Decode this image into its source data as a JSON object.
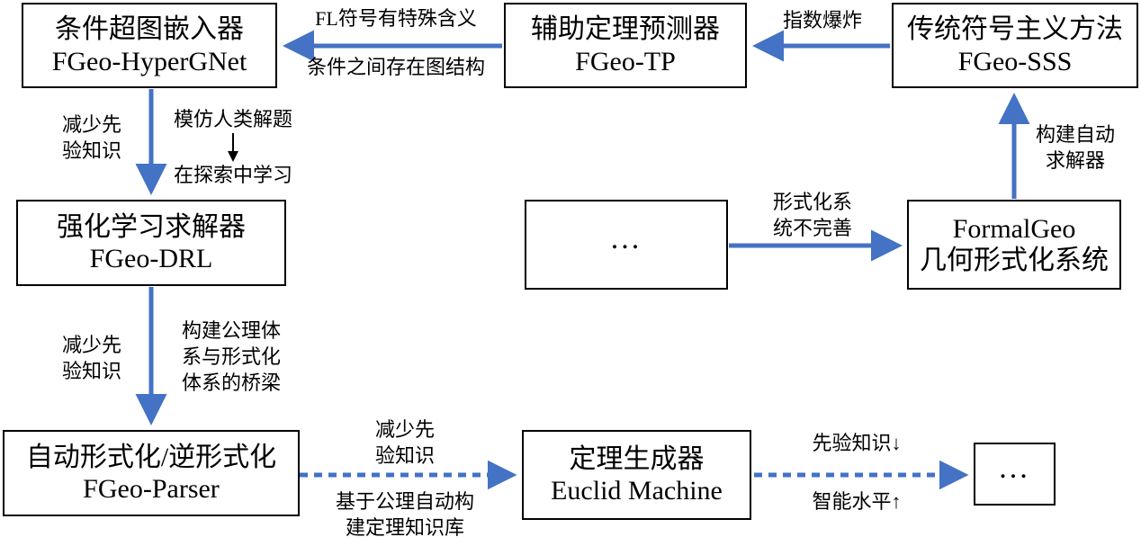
{
  "diagram": {
    "title": "FormalGeo research roadmap flow diagram",
    "colors": {
      "arrow_blue": "#4472C4",
      "box_border": "#000000",
      "background": "#FFFFFF",
      "text": "#000000"
    },
    "nodes": [
      {
        "id": "hypergnet",
        "line1": "条件超图嵌入器",
        "line2": "FGeo-HyperGNet"
      },
      {
        "id": "tp",
        "line1": "辅助定理预测器",
        "line2": "FGeo-TP"
      },
      {
        "id": "sss",
        "line1": "传统符号主义方法",
        "line2": "FGeo-SSS"
      },
      {
        "id": "drl",
        "line1": "强化学习求解器",
        "line2": "FGeo-DRL"
      },
      {
        "id": "ellipsis_mid",
        "line1": "...",
        "line2": ""
      },
      {
        "id": "formalgeo",
        "line1": "FormalGeo",
        "line2": "几何形式化系统"
      },
      {
        "id": "parser",
        "line1": "自动形式化/逆形式化",
        "line2": "FGeo-Parser"
      },
      {
        "id": "euclid",
        "line1": "定理生成器",
        "line2": "Euclid Machine"
      },
      {
        "id": "ellipsis_right",
        "line1": "...",
        "line2": ""
      }
    ],
    "edges": [
      {
        "id": "sss-to-tp",
        "from": "sss",
        "to": "tp",
        "style": "solid",
        "label_above": "指数爆炸",
        "label_below": ""
      },
      {
        "id": "tp-to-hypergnet",
        "from": "tp",
        "to": "hypergnet",
        "style": "solid",
        "label_above": "FL符号有特殊含义",
        "label_below": "条件之间存在图结构"
      },
      {
        "id": "hypergnet-to-drl",
        "from": "hypergnet",
        "to": "drl",
        "style": "solid",
        "label_left_1": "减少先",
        "label_left_2": "验知识",
        "label_right_1": "模仿人类解题",
        "label_right_mid": "↓",
        "label_right_2": "在探索中学习"
      },
      {
        "id": "drl-to-parser",
        "from": "drl",
        "to": "parser",
        "style": "solid",
        "label_left_1": "减少先",
        "label_left_2": "验知识",
        "label_right_1": "构建公理体",
        "label_right_2": "系与形式化",
        "label_right_3": "体系的桥梁"
      },
      {
        "id": "formalgeo-to-sss",
        "from": "formalgeo",
        "to": "sss",
        "style": "solid",
        "label_1": "构建自动",
        "label_2": "求解器"
      },
      {
        "id": "ellipsis-to-formalgeo",
        "from": "ellipsis_mid",
        "to": "formalgeo",
        "style": "solid",
        "label_1": "形式化系",
        "label_2": "统不完善"
      },
      {
        "id": "parser-to-euclid",
        "from": "parser",
        "to": "euclid",
        "style": "dashed",
        "label_above_1": "减少先",
        "label_above_2": "验知识",
        "label_below_1": "基于公理自动构",
        "label_below_2": "建定理知识库"
      },
      {
        "id": "euclid-to-ellipsis",
        "from": "euclid",
        "to": "ellipsis_right",
        "style": "dashed",
        "label_above": "先验知识↓",
        "label_below": "智能水平↑"
      }
    ]
  }
}
